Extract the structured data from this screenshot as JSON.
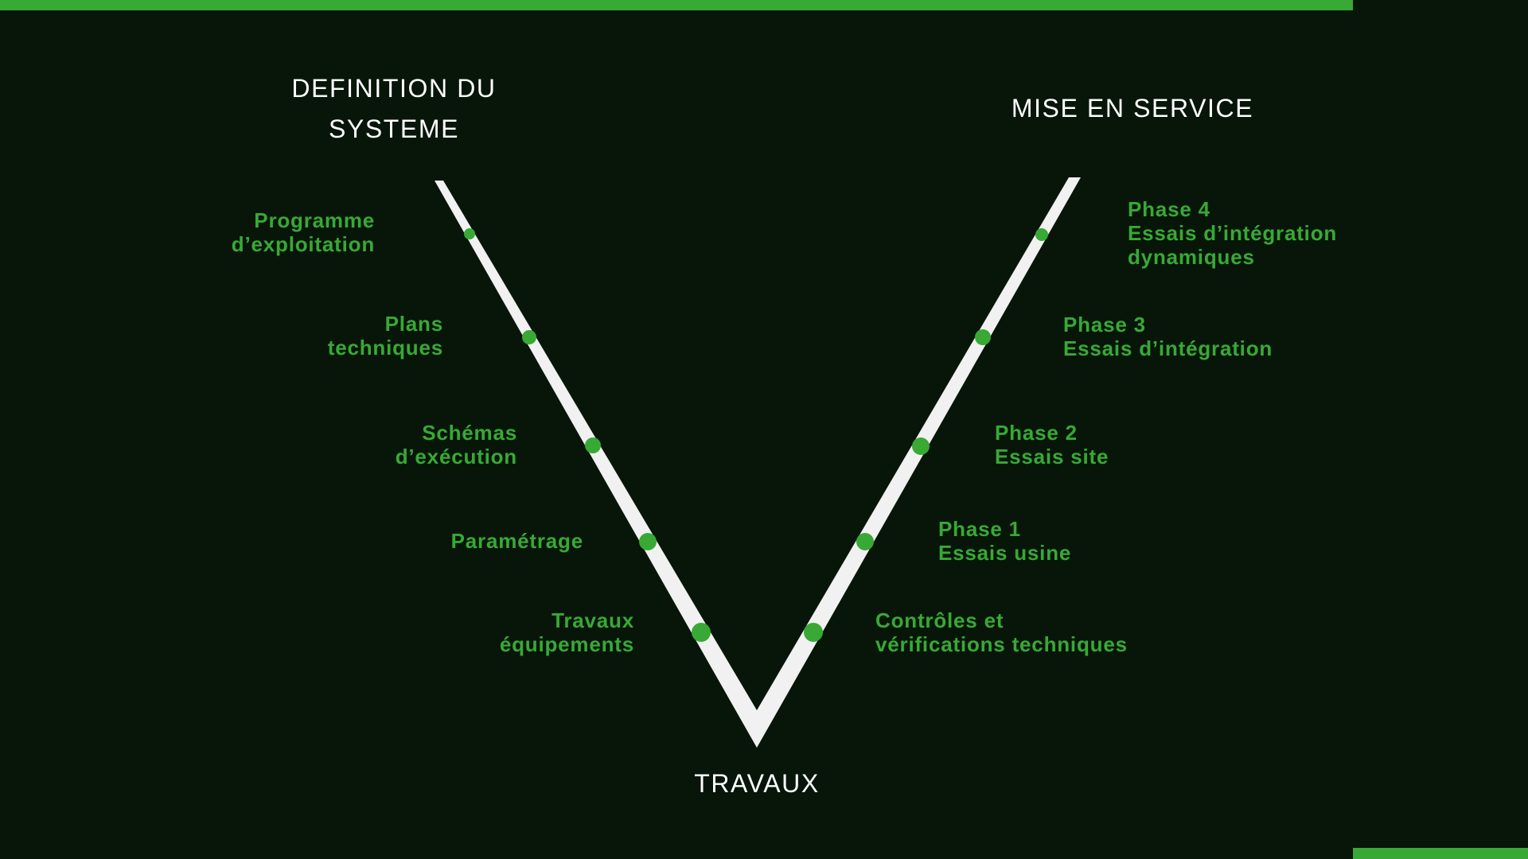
{
  "colors": {
    "background": "#08160a",
    "accent": "#38a935",
    "v_shape": "#f1f1f1",
    "heading_text": "#ffffff"
  },
  "headings": {
    "definition": "DEFINITION DU\nSYSTEME",
    "mise_en_service": "MISE EN SERVICE",
    "travaux": "TRAVAUX"
  },
  "left_branch": [
    {
      "label": "Programme\nd’exploitation"
    },
    {
      "label": "Plans\ntechniques"
    },
    {
      "label": "Schémas\nd’exécution"
    },
    {
      "label": "Paramétrage"
    },
    {
      "label": "Travaux\néquipements"
    }
  ],
  "right_branch": [
    {
      "label": "Phase 4\nEssais d’intégration\ndynamiques"
    },
    {
      "label": "Phase 3\nEssais d’intégration"
    },
    {
      "label": "Phase 2\nEssais site"
    },
    {
      "label": "Phase 1\nEssais usine"
    },
    {
      "label": "Contrôles et\nvérifications techniques"
    }
  ]
}
